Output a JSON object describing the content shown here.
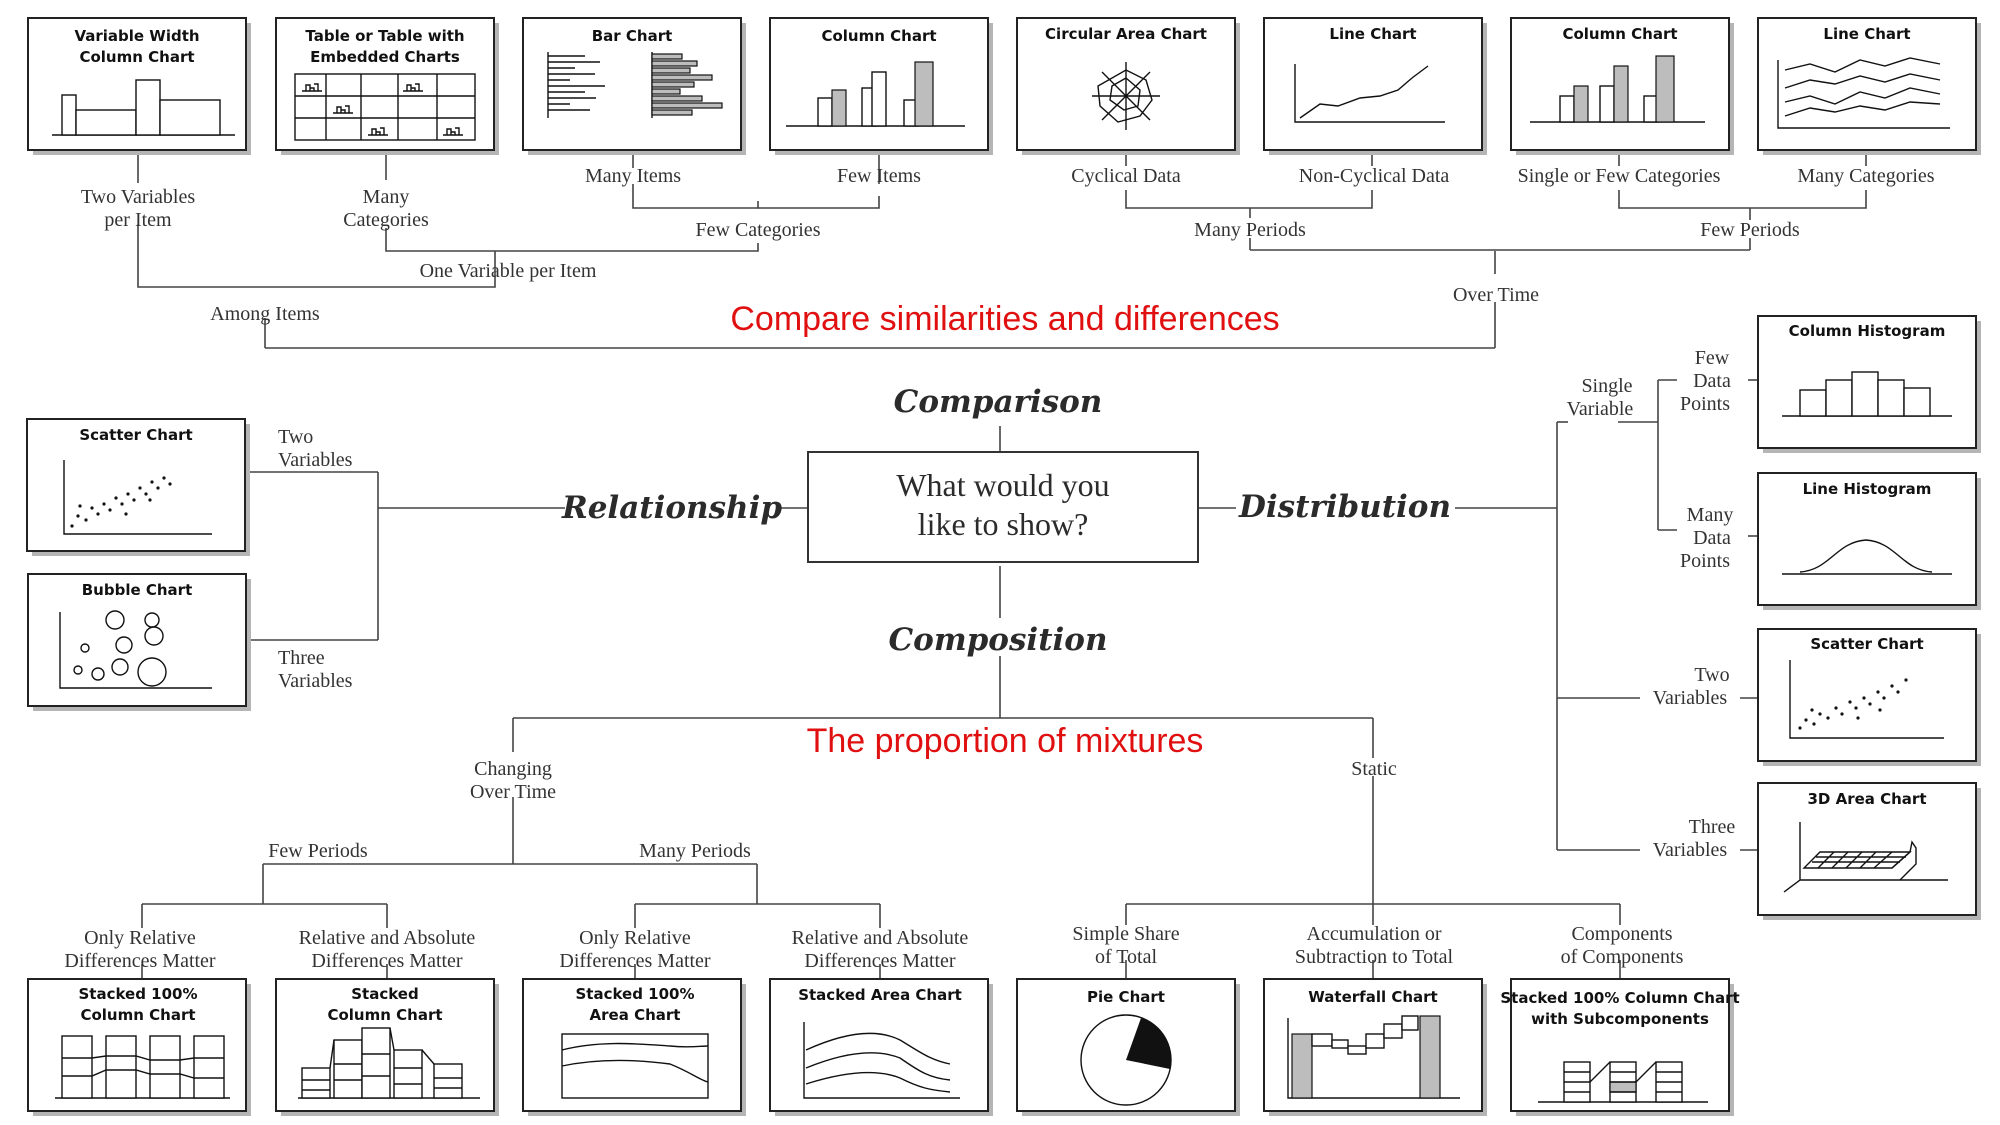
{
  "center_question": [
    "What would you",
    "like to show?"
  ],
  "categories": {
    "comparison": "Comparison",
    "relationship": "Relationship",
    "distribution": "Distribution",
    "composition": "Composition"
  },
  "annotations": {
    "comparison_note": "Compare similarities and differences",
    "composition_note": "The proportion of mixtures"
  },
  "comparison": {
    "among_items": "Among Items",
    "over_time": "Over Time",
    "two_variables_per_item": [
      "Two Variables",
      "per Item"
    ],
    "one_variable_per_item": "One Variable per Item",
    "many_categories": [
      "Many",
      "Categories"
    ],
    "few_categories": "Few Categories",
    "many_items": "Many Items",
    "few_items": "Few Items",
    "many_periods": "Many Periods",
    "few_periods": "Few Periods",
    "cyclical_data": "Cyclical Data",
    "non_cyclical_data": "Non-Cyclical Data",
    "single_or_few_categories": "Single or Few Categories",
    "many_categories_time": "Many Categories"
  },
  "relationship": {
    "two_variables": [
      "Two",
      "Variables"
    ],
    "three_variables": [
      "Three",
      "Variables"
    ]
  },
  "distribution": {
    "single_variable": [
      "Single",
      "Variable"
    ],
    "few_data_points": [
      "Few",
      "Data",
      "Points"
    ],
    "many_data_points": [
      "Many",
      "Data",
      "Points"
    ],
    "two_variables": [
      "Two",
      "Variables"
    ],
    "three_variables": [
      "Three",
      "Variables"
    ]
  },
  "composition": {
    "changing_over_time": [
      "Changing",
      "Over Time"
    ],
    "static": "Static",
    "few_periods": "Few Periods",
    "many_periods": "Many Periods",
    "only_relative_1": [
      "Only Relative",
      "Differences Matter"
    ],
    "relative_absolute_1": [
      "Relative and Absolute",
      "Differences Matter"
    ],
    "only_relative_2": [
      "Only Relative",
      "Differences Matter"
    ],
    "relative_absolute_2": [
      "Relative and Absolute",
      "Differences Matter"
    ],
    "simple_share": [
      "Simple Share",
      "of Total"
    ],
    "accumulation": [
      "Accumulation or",
      "Subtraction to Total"
    ],
    "components": [
      "Components",
      "of Components"
    ]
  },
  "chart_titles": {
    "variable_width_column": [
      "Variable Width",
      "Column Chart"
    ],
    "table_embedded": [
      "Table or Table with",
      "Embedded Charts"
    ],
    "bar_chart": [
      "Bar Chart"
    ],
    "column_chart_1": [
      "Column Chart"
    ],
    "circular_area": [
      "Circular Area Chart"
    ],
    "line_chart_1": [
      "Line Chart"
    ],
    "column_chart_2": [
      "Column Chart"
    ],
    "line_chart_2": [
      "Line Chart"
    ],
    "scatter_rel": [
      "Scatter Chart"
    ],
    "bubble": [
      "Bubble Chart"
    ],
    "column_histogram": [
      "Column Histogram"
    ],
    "line_histogram": [
      "Line Histogram"
    ],
    "scatter_dist": [
      "Scatter Chart"
    ],
    "area_3d": [
      "3D Area Chart"
    ],
    "stacked100_column": [
      "Stacked 100%",
      "Column Chart"
    ],
    "stacked_column": [
      "Stacked",
      "Column Chart"
    ],
    "stacked100_area": [
      "Stacked 100%",
      "Area Chart"
    ],
    "stacked_area": [
      "Stacked Area Chart"
    ],
    "pie": [
      "Pie Chart"
    ],
    "waterfall": [
      "Waterfall Chart"
    ],
    "stacked100_sub": [
      "Stacked 100% Column Chart",
      "with Subcomponents"
    ]
  },
  "colors": {
    "annotation_red": "#e01010",
    "line": "#444444",
    "text": "#333333"
  }
}
